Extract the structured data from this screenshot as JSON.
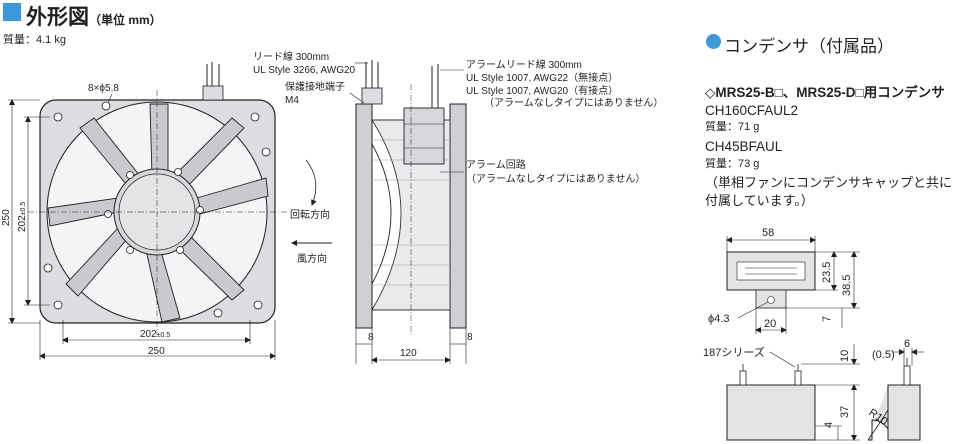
{
  "header": {
    "title": "外形図",
    "unit": "（単位 mm）",
    "mass": "質量：4.1 kg"
  },
  "labels": {
    "holes": "8×ϕ5.8",
    "lead_wire": "リード線 300mm",
    "lead_style": "UL Style 3266, AWG20",
    "ground": "保護接地端子",
    "ground_size": "M4",
    "alarm_lead": "アラームリード線 300mm",
    "alarm_style1": "UL Style 1007, AWG22（無接点）",
    "alarm_style2": "UL Style 1007, AWG20（有接点）",
    "alarm_note": "（アラームなしタイプにはありません）",
    "alarm_circuit": "アラーム回路",
    "alarm_circuit_note": "（アラームなしタイプにはありません）",
    "rotation": "回転方向",
    "airflow": "風方向"
  },
  "dims": {
    "d202_bottom": "202",
    "tol": "±0.5",
    "d250_bottom": "250",
    "d250_left": "250",
    "d202_left": "202",
    "d8a": "8",
    "d120": "120",
    "d8b": "8",
    "c58": "58",
    "c235": "23.5",
    "c385": "38.5",
    "c43": "ϕ4.3",
    "c20": "20",
    "c7": "7",
    "s187": "187シリーズ",
    "c10": "10",
    "c05": "(0.5)",
    "c6": "6",
    "c37": "37",
    "c4": "4",
    "r10": "R10"
  },
  "capacitor": {
    "title": "コンデンサ（付属品）",
    "heading": "◇MRS25-B□、MRS25-D□用コンデンサ",
    "model1": "CH160CFAUL2",
    "mass1": "質量：71 g",
    "model2": "CH45BFAUL",
    "mass2": "質量：73 g",
    "note1": "（単相ファンにコンデンサキャップと共に",
    "note2": "付属しています。）"
  }
}
